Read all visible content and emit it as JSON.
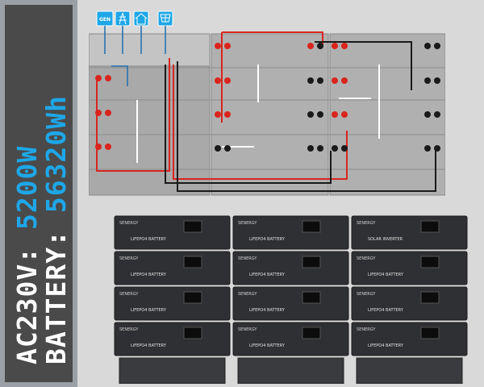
{
  "headline": {
    "ac_label": "AC230V:",
    "ac_value": "5200W",
    "battery_label": "BATTERY:",
    "battery_value": "56320Wh"
  },
  "icons": {
    "generator_label": "GEN",
    "names": [
      "generator-icon",
      "grid-tower-icon",
      "house-icon",
      "solar-panel-icon"
    ]
  },
  "cabinet": {
    "brand": "SENERGY",
    "battery_label": "LIFEPO4 BATTERY",
    "inverter_label": "SOLAR INVERTER"
  },
  "colors": {
    "accent": "#1ea7e8",
    "positive_cable": "#d9251d",
    "negative_cable": "#1a1a1a",
    "comm_cable": "#ffffff",
    "ac_cable": "#1e6fb0",
    "unit_body": "#2f3033"
  }
}
